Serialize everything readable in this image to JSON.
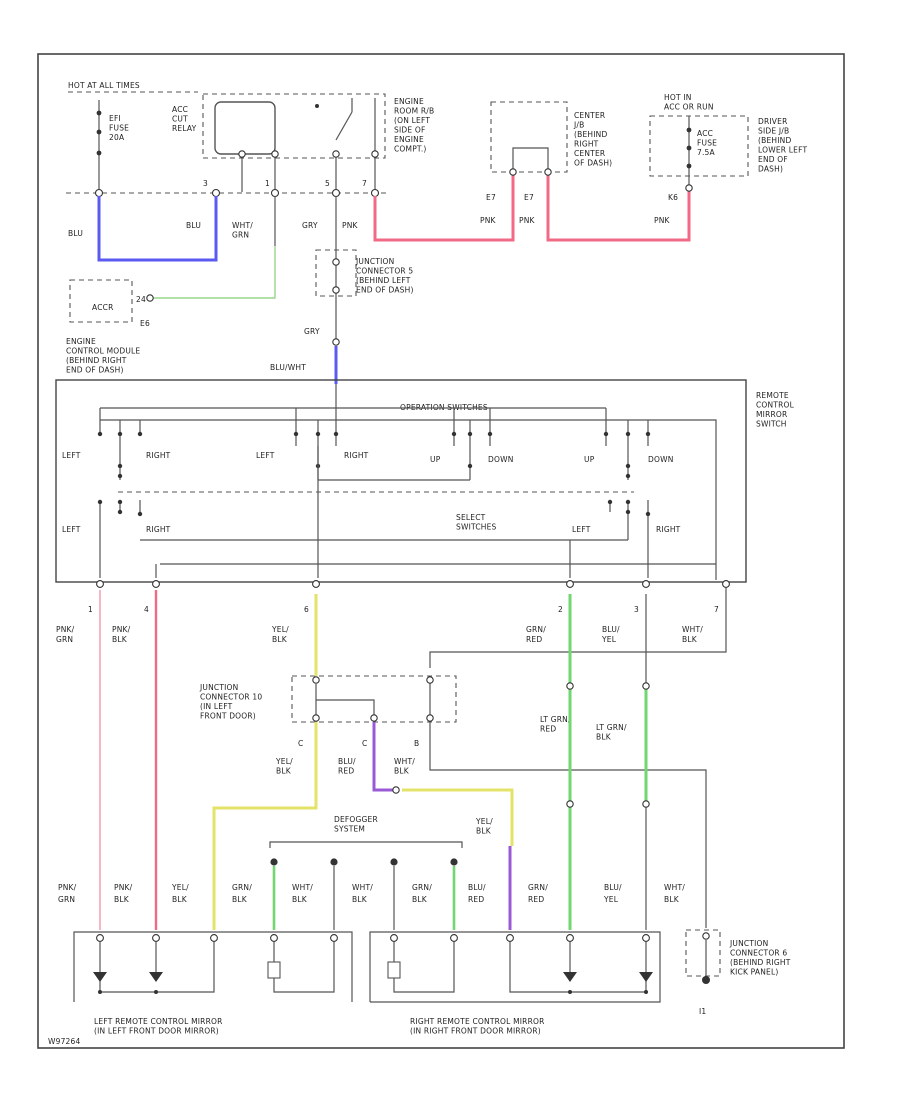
{
  "colors": {
    "blue": "#5a5af0",
    "green": "#9ad68a",
    "pink": "#f06a86",
    "pink_light": "#f3a3b4",
    "yellow": "#e3e36a",
    "purple": "#9a5ad6",
    "lt_green": "#72d672",
    "wire": "#555555"
  },
  "top": {
    "hot_label": "HOT AT ALL TIMES",
    "fuse_left": "EFI\nFUSE\n20A",
    "acc_relay": "ACC\nCUT\nRELAY",
    "engine_room": "ENGINE\nROOM R/B\n(ON LEFT\nSIDE OF\nENGINE\nCOMPT.)",
    "center_jb": "CENTER\nJ/B\n(BEHIND\nRIGHT\nCENTER\nOF DASH)",
    "hot_acc": "HOT IN\nACC OR RUN",
    "acc_fuse": "ACC\nFUSE\n7.5A",
    "driver_jb": "DRIVER\nSIDE J/B\n(BEHIND\nLOWER LEFT\nEND OF\nDASH)",
    "pin_3": "3",
    "pin_1": "1",
    "pin_5": "5",
    "pin_7": "7",
    "pin_e7a": "E7",
    "pin_e7b": "E7",
    "pin_k6": "K6",
    "w_blu1": "BLU",
    "w_blu2": "BLU",
    "w_wht_grn": "WHT/\nGRN",
    "w_gry": "GRY",
    "w_pnk1": "PNK",
    "w_pnk2": "PNK",
    "w_pnk3": "PNK",
    "w_pnk4": "PNK"
  },
  "middle": {
    "jc5": "JUNCTION\nCONNECTOR 5\n(BEHIND LEFT\nEND OF DASH)",
    "accr": "ACCR",
    "pin_24": "24",
    "pin_e6": "E6",
    "ecm": "ENGINE\nCONTROL MODULE\n(BEHIND RIGHT\nEND OF DASH)",
    "w_gry": "GRY",
    "w_blu_wht": "BLU/WHT"
  },
  "switch": {
    "title": "REMOTE\nCONTROL\nMIRROR\nSWITCH",
    "operation": "OPERATION SWITCHES",
    "select_label": "SELECT\nSWITCHES",
    "left1": "LEFT",
    "right1": "RIGHT",
    "left2": "LEFT",
    "right2": "RIGHT",
    "up1": "UP",
    "down1": "DOWN",
    "up2": "UP",
    "down2": "DOWN",
    "sel_left": "LEFT",
    "sel_right": "RIGHT",
    "sel_left2": "LEFT",
    "sel_right2": "RIGHT"
  },
  "harness": {
    "pins": [
      "1",
      "4",
      "6",
      "2",
      "3",
      "7"
    ],
    "wires": [
      "PNK/\nGRN",
      "PNK/\nBLK",
      "YEL/\nBLK",
      "GRN/\nRED",
      "BLU/\nYEL",
      "WHT/\nBLK"
    ]
  },
  "jc10": {
    "label": "JUNCTION\nCONNECTOR 10\n(IN LEFT\nFRONT DOOR)",
    "pin_c1": "C",
    "pin_c2": "C",
    "pin_b": "B",
    "w_yel_blk": "YEL/\nBLK",
    "w_blu_red": "BLU/\nRED",
    "w_wht_blk": "WHT/\nBLK",
    "w_yel_blk2": "YEL/\nBLK",
    "w_ltgrn_red": "LT GRN/\nRED",
    "w_ltgrn_blk": "LT GRN/\nBLK"
  },
  "defogger": {
    "label": "DEFOGGER\nSYSTEM"
  },
  "bottom": {
    "wires": [
      "PNK/\nGRN",
      "PNK/\nBLK",
      "YEL/\nBLK",
      "GRN/\nBLK",
      "WHT/\nBLK",
      "WHT/\nBLK",
      "GRN/\nBLK",
      "BLU/\nRED",
      "GRN/\nRED",
      "BLU/\nYEL",
      "WHT/\nBLK"
    ],
    "left_mirror": "LEFT REMOTE CONTROL MIRROR\n(IN LEFT FRONT DOOR MIRROR)",
    "right_mirror": "RIGHT REMOTE CONTROL MIRROR\n(IN RIGHT FRONT DOOR MIRROR)",
    "jc6": "JUNCTION\nCONNECTOR 6\n(BEHIND RIGHT\nKICK PANEL)",
    "ground": "I1",
    "code": "W97264"
  }
}
